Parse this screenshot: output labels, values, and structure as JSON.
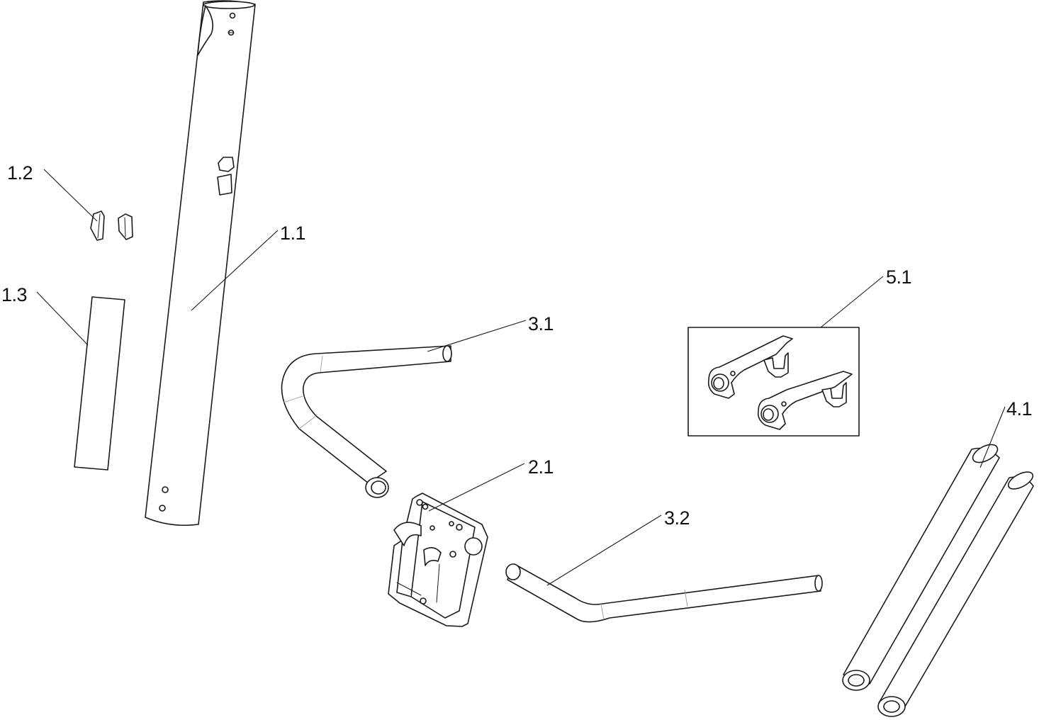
{
  "callouts": {
    "c1_1": "1.1",
    "c1_2": "1.2",
    "c1_3": "1.3",
    "c2_1": "2.1",
    "c3_1": "3.1",
    "c3_2": "3.2",
    "c4_1": "4.1",
    "c5_1": "5.1"
  },
  "colors": {
    "line": "#1a1a1a",
    "background": "#ffffff"
  }
}
